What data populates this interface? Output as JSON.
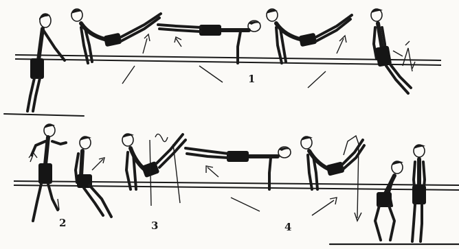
{
  "figure_labels": {
    "n1": "1",
    "n2": "2",
    "n3": "3",
    "n4": "4"
  },
  "colors": {
    "ink": "#1a1a1a",
    "paper": "#fbfaf7"
  }
}
